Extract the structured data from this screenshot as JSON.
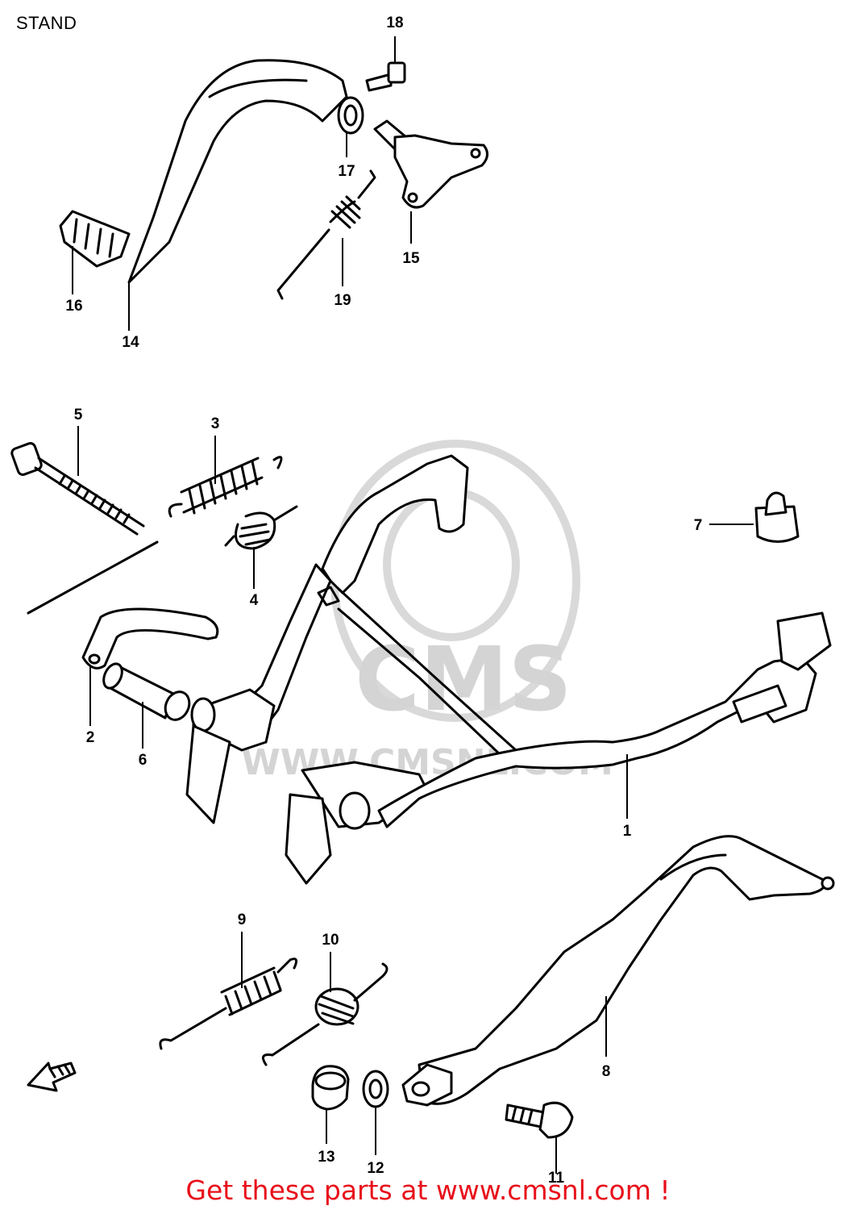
{
  "title": "STAND",
  "footer": "Get these parts at www.cmsnl.com !",
  "watermark": {
    "brand": "CMS",
    "url": "WWW.CMSNL.COM"
  },
  "callouts": [
    "1",
    "2",
    "3",
    "4",
    "5",
    "6",
    "7",
    "8",
    "9",
    "10",
    "11",
    "12",
    "13",
    "14",
    "15",
    "16",
    "17",
    "18",
    "19"
  ],
  "colors": {
    "footer": "#e8101a",
    "lines": "#000000",
    "watermark": "#d4d4d4"
  }
}
